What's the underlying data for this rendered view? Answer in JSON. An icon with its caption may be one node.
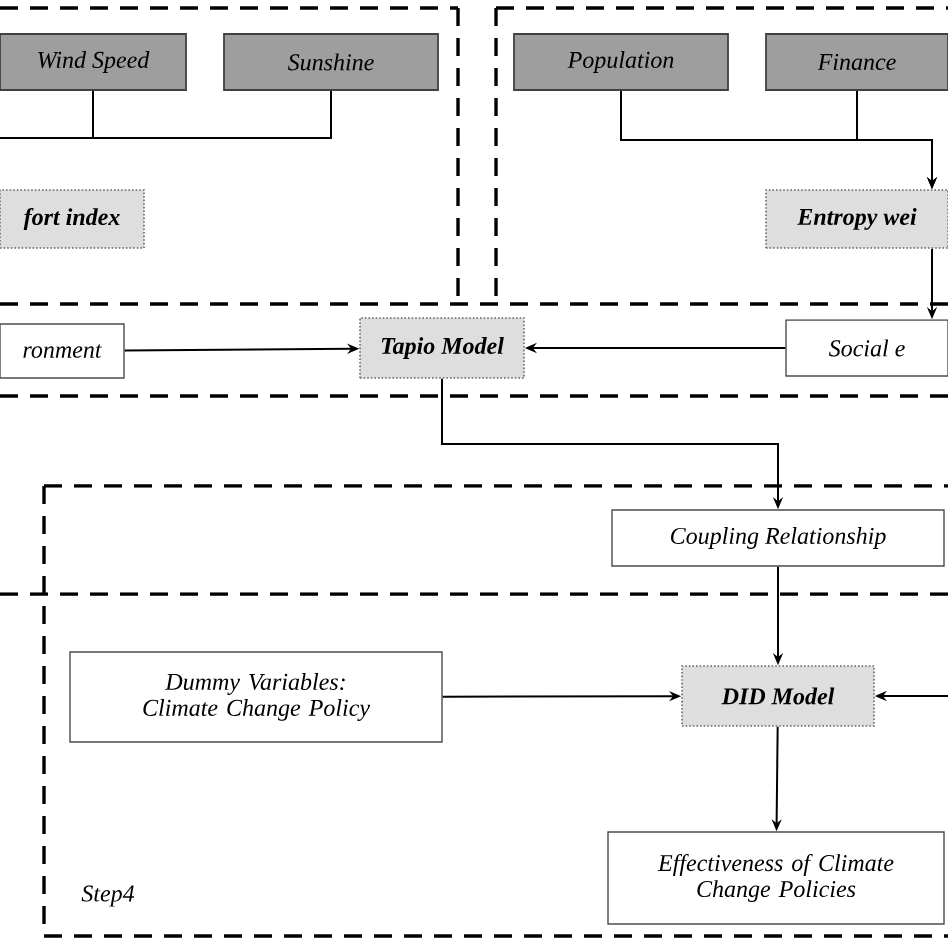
{
  "diagram": {
    "nodes": [
      {
        "text": [
          "Wind Speed"
        ]
      },
      {
        "text": [
          "Sunshine"
        ]
      },
      {
        "text": [
          "fort index"
        ]
      },
      {
        "text": [
          "Population"
        ]
      },
      {
        "text": [
          "Finance"
        ]
      },
      {
        "text": [
          "Entropy wei"
        ]
      },
      {
        "text": [
          "ronment"
        ]
      },
      {
        "text": [
          "Tapio Model"
        ]
      },
      {
        "text": [
          "Social e"
        ]
      },
      {
        "text": [
          "Coupling Relationship"
        ]
      },
      {
        "text": [
          "Dummy Variables: Climate Change Policy"
        ]
      },
      {
        "text": [
          "DID Model"
        ]
      },
      {
        "text": [
          "Effectiveness of Climate Change Policies"
        ]
      }
    ],
    "edges": [
      {
        "from": 0,
        "to": null,
        "arrow": "none"
      },
      {
        "from": 1,
        "to": null,
        "arrow": "none"
      },
      {
        "from": 3,
        "to": 5,
        "arrow": "to"
      },
      {
        "from": 4,
        "to": 5,
        "arrow": "to"
      },
      {
        "from": 5,
        "to": 8,
        "arrow": "to"
      },
      {
        "from": 6,
        "to": 7,
        "arrow": "to"
      },
      {
        "from": 8,
        "to": 7,
        "arrow": "to"
      },
      {
        "from": 7,
        "to": 9,
        "arrow": "to"
      },
      {
        "from": 9,
        "to": 11,
        "arrow": "to"
      },
      {
        "from": 10,
        "to": 11,
        "arrow": "to"
      },
      {
        "from": null,
        "to": 11,
        "arrow": "to"
      },
      {
        "from": 11,
        "to": 12,
        "arrow": "to"
      }
    ],
    "labels": [
      "Step4"
    ]
  }
}
